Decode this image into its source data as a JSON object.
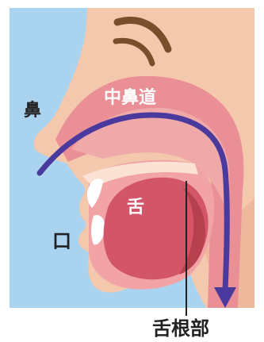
{
  "labels": {
    "nose": "鼻",
    "nasal_passage": "中鼻道",
    "tongue": "舌",
    "mouth": "口",
    "tongue_root": "舌根部"
  },
  "colors": {
    "background": "#a9d3ee",
    "skin": "#f3c8ad",
    "skin_shadow": "#e9a98f",
    "nasal_passage": "#ea8f95",
    "mouth_cavity": "#f1a3a6",
    "tongue": "#d3556a",
    "tongue_dark": "#b7404f",
    "teeth": "#ffffff",
    "eyebrow": "#7a4d2b",
    "airflow_arrow": "#4b3a9e",
    "label_dark": "#222222",
    "label_light": "#ffffff"
  },
  "icons": {
    "airflow": "airflow-arrow-icon",
    "leader": "pointer-line"
  }
}
